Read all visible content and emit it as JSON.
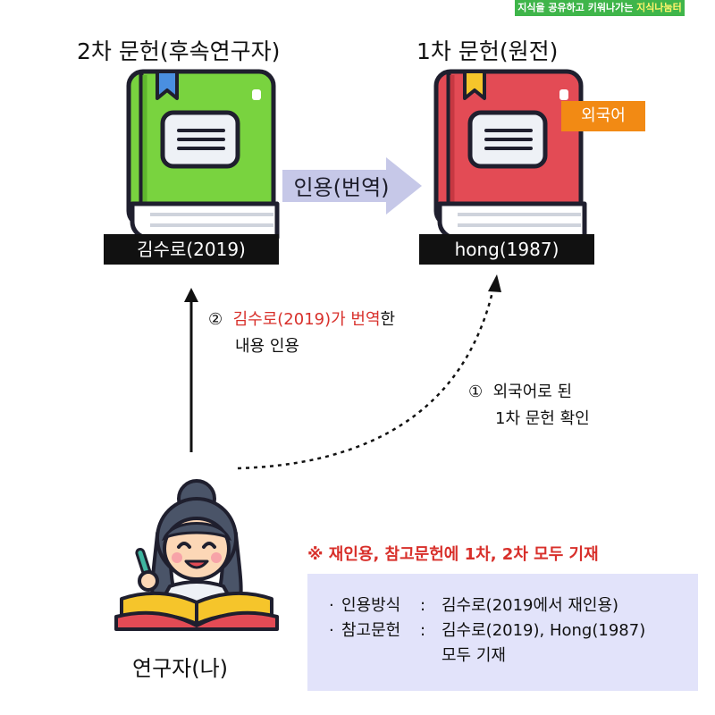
{
  "badge": {
    "text": "지식을 공유하고 키워나가는",
    "highlight": "지식나눔터"
  },
  "secondary": {
    "heading": "2차 문헌(후속연구자)",
    "author": "김수로(2019)"
  },
  "primary": {
    "heading": "1차 문헌(원전)",
    "author": "hong(1987)",
    "language_badge": "외국어"
  },
  "citation_arrow": {
    "label": "인용(번역)"
  },
  "step_two": {
    "marker": "②",
    "red_part": "김수로(2019)가 번역",
    "rest_line1": "한",
    "line2": "내용 인용"
  },
  "step_one": {
    "marker": "①",
    "line1": "외국어로 된",
    "line2": "1차 문헌 확인"
  },
  "researcher": {
    "label": "연구자(나)"
  },
  "notice": {
    "headline": "※ 재인용, 참고문헌에 1차, 2차 모두 기재",
    "rows": [
      {
        "bullet": "·",
        "key": "인용방식",
        "colon": ":",
        "value": "김수로(2019에서 재인용)"
      },
      {
        "bullet": "·",
        "key": "참고문헌",
        "colon": ":",
        "value": "김수로(2019), Hong(1987)"
      }
    ],
    "continuation": "모두 기재"
  },
  "colors": {
    "green_book": "#79d33f",
    "red_book": "#e34b55",
    "accent_red": "#d8302b",
    "badge_orange": "#f28a14",
    "box_lavender": "#e2e3fa",
    "arrow_lavender": "#c6c8e8"
  }
}
